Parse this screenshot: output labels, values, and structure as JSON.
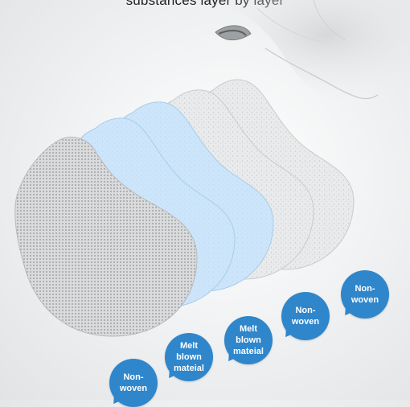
{
  "headline": "substances layer by layer",
  "layers": [
    {
      "label": "Non-\nwoven",
      "line1": "Non-",
      "line2": "woven",
      "line3": "",
      "color": "#2f86cb"
    },
    {
      "label": "Melt blown mateial",
      "line1": "Melt",
      "line2": "blown",
      "line3": "mateial",
      "color": "#2f86cb"
    },
    {
      "label": "Melt blown mateial",
      "line1": "Melt",
      "line2": "blown",
      "line3": "mateial",
      "color": "#2f86cb"
    },
    {
      "label": "Non-woven",
      "line1": "Non-",
      "line2": "woven",
      "line3": "",
      "color": "#2f86cb"
    },
    {
      "label": "Non-woven",
      "line1": "Non-",
      "line2": "woven",
      "line3": "",
      "color": "#2f86cb"
    }
  ],
  "colors": {
    "bubble": "#2f86cb",
    "white_layer": "#e6e7e8",
    "blue_layer": "#cfe6fb",
    "front_layer": "#d9dadb"
  }
}
